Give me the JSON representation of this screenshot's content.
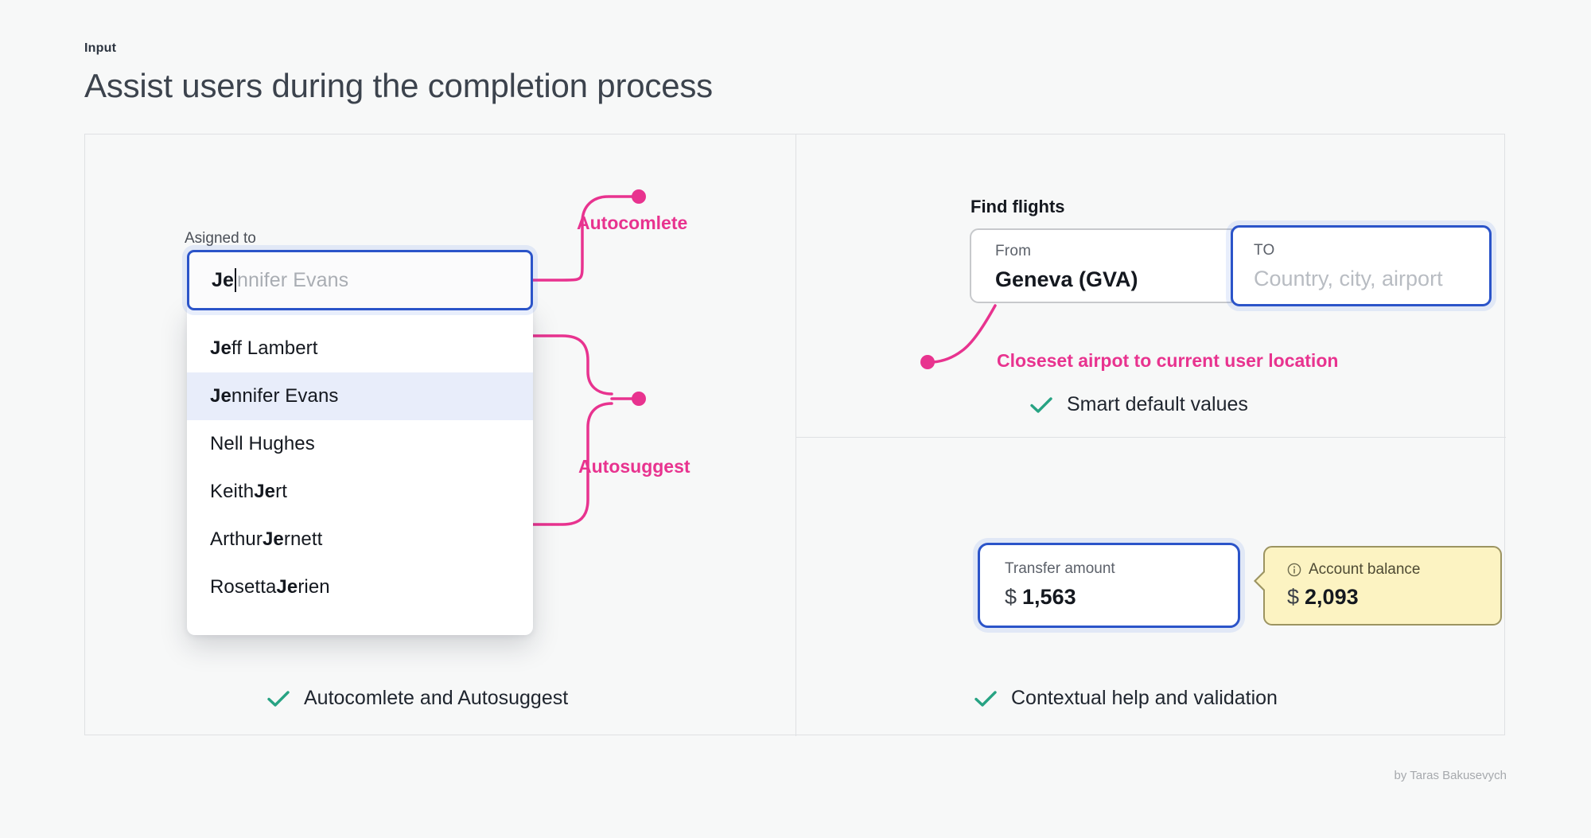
{
  "header": {
    "eyebrow": "Input",
    "headline": "Assist users during the completion process"
  },
  "left_panel": {
    "field_label": "Asigned to",
    "combobox": {
      "typed_text": "Je",
      "ghost_completion": "nnifer Evans",
      "full_value": "Jennifer Evans"
    },
    "suggestions": [
      {
        "prefix": "",
        "match": "Je",
        "suffix": "ff Lambert",
        "selected": false
      },
      {
        "prefix": "",
        "match": "Je",
        "suffix": "nnifer Evans",
        "selected": true
      },
      {
        "prefix": "Nell Hughes",
        "match": "",
        "suffix": "",
        "selected": false
      },
      {
        "prefix": "Keith ",
        "match": "Je",
        "suffix": "rt",
        "selected": false
      },
      {
        "prefix": "Arthur ",
        "match": "Je",
        "suffix": "rnett",
        "selected": false
      },
      {
        "prefix": "Rosetta ",
        "match": "Je",
        "suffix": "rien",
        "selected": false
      }
    ],
    "annotations": {
      "autocomplete": "Autocomlete",
      "autosuggest": "Autosuggest"
    },
    "caption": "Autocomlete and Autosuggest"
  },
  "right_panel": {
    "flights": {
      "title": "Find flights",
      "from": {
        "label": "From",
        "value": "Geneva (GVA)"
      },
      "to": {
        "label": "TO",
        "placeholder": "Country, city, airport",
        "value": ""
      },
      "annotation": "Closeset airpot to current user location",
      "caption": "Smart default values"
    },
    "transfer": {
      "field": {
        "label": "Transfer amount",
        "currency": "$",
        "value": "1,563"
      },
      "tooltip": {
        "icon": "info-icon",
        "label": "Account balance",
        "currency": "$",
        "value": "2,093"
      },
      "caption": "Contextual help and validation"
    }
  },
  "footer": {
    "credit": "by Taras Bakusevych"
  },
  "colors": {
    "page_bg": "#f7f8f8",
    "accent_pink": "#e8338f",
    "focus_blue": "#2b54c9",
    "check_green": "#27a383",
    "tooltip_bg": "#fcf3c2",
    "tooltip_border": "#9c9461",
    "selected_row": "#e8edfa"
  }
}
